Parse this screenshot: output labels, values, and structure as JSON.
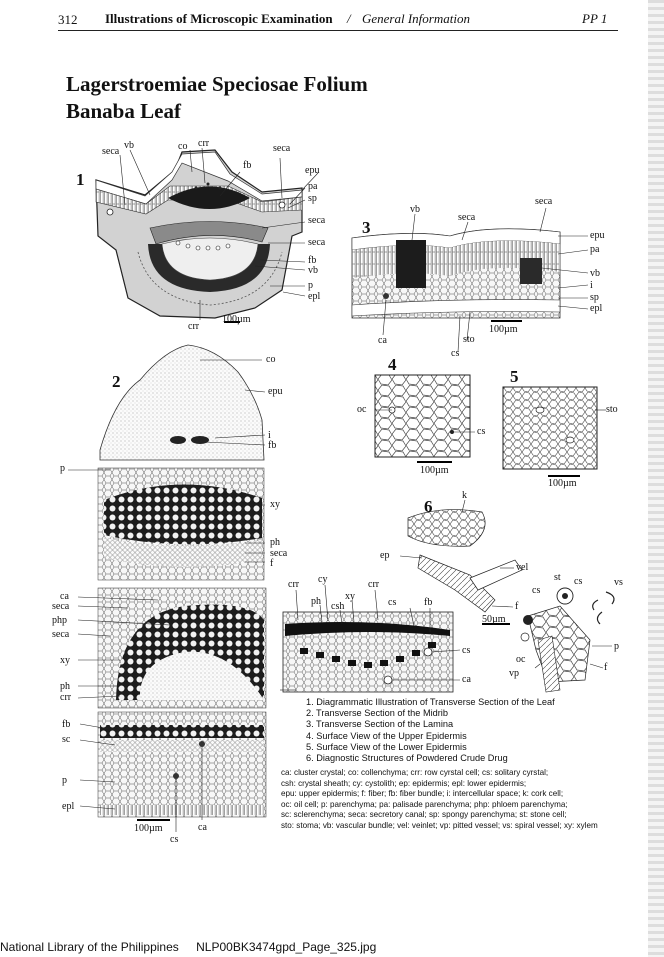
{
  "header": {
    "page_number": "312",
    "book_title": "Illustrations of Microscopic Examination",
    "separator": "/",
    "section": "General Information",
    "plate_code": "PP 1"
  },
  "title": {
    "latin_name": "Lagerstroemiae Speciosae Folium",
    "common_name": "Banaba Leaf"
  },
  "figure_numbers": [
    "1",
    "2",
    "3",
    "4",
    "5",
    "6"
  ],
  "figure1_labels": [
    "seca",
    "vb",
    "co",
    "crr",
    "seca",
    "epu",
    "fb",
    "pa",
    "sp",
    "seca",
    "seca",
    "fb",
    "vb",
    "p",
    "epl",
    "crr",
    "100µm"
  ],
  "figure2_labels": [
    "co",
    "epu",
    "i",
    "fb",
    "p",
    "xy",
    "ph",
    "seca",
    "f",
    "ca",
    "seca",
    "php",
    "seca",
    "xy",
    "ph",
    "crr",
    "fb",
    "sc",
    "p",
    "epl",
    "100µm",
    "cs",
    "ca"
  ],
  "figure2_inset_labels": [
    "crr",
    "cy",
    "crr",
    "ph",
    "xy",
    "csh",
    "cs",
    "fb",
    "cs",
    "ca"
  ],
  "figure3_labels": [
    "vb",
    "seca",
    "seca",
    "epu",
    "pa",
    "vb",
    "i",
    "sp",
    "epl",
    "ca",
    "sto",
    "cs",
    "100µm"
  ],
  "figure4_labels": [
    "oc",
    "cs",
    "100µm"
  ],
  "figure5_labels": [
    "sto",
    "100µm"
  ],
  "figure6_labels": [
    "k",
    "ep",
    "vel",
    "f",
    "50µm",
    "st",
    "cs",
    "vs",
    "cs",
    "oc",
    "p",
    "vp",
    "f"
  ],
  "captions": [
    "1. Diagrammatic Illustration of Transverse Section of the Leaf",
    "2. Transverse Section of the Midrib",
    "3. Transverse Section of the Lamina",
    "4. Surface View of the Upper Epidermis",
    "5. Surface View of the Lower Epidermis",
    "6. Diagnostic Structures of Powdered Crude Drug"
  ],
  "abbreviations": [
    "ca: cluster crystal; co: collenchyma; crr: row cyrstal cell; cs: solitary cyrstal;",
    "csh: crystal sheath; cy: cystolith; ep: epidermis; epl: lower epidermis;",
    "epu: upper epidermis; f: fiber; fb: fiber bundle; i: intercellular space; k: cork cell;",
    "oc: oil cell; p: parenchyma; pa: palisade parenchyma; php: phloem parenchyma;",
    "sc: sclerenchyma; seca: secretory canal; sp: spongy parenchyma; st: stone cell;",
    "sto: stoma; vb: vascular bundle; vel: veinlet; vp: pitted vessel; vs: spiral vessel; xy: xylem"
  ],
  "footer": {
    "library": "National Library of the Philippines",
    "filename": "NLP00BK3474gpd_Page_325.jpg"
  }
}
